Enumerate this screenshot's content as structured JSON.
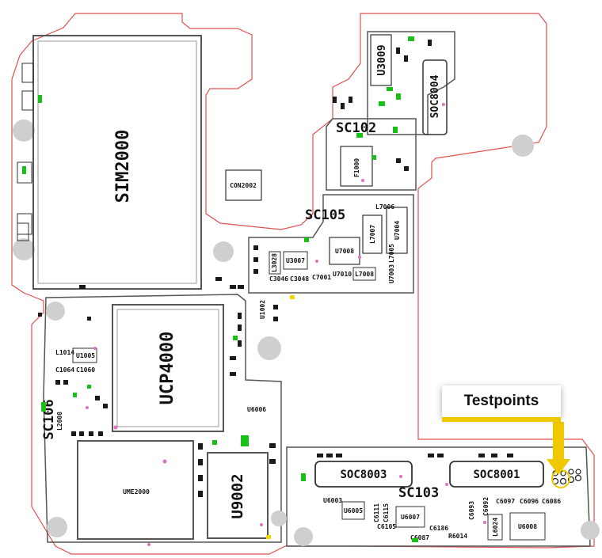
{
  "callout": {
    "label": "Testpoints",
    "accent": "#f0c800"
  },
  "colors": {
    "outline": "#e05050",
    "pad": "#1a1a1a",
    "green": "#18c018",
    "yellow": "#f0d800",
    "hole": "#cfcfcf",
    "text": "#111111"
  },
  "labels": {
    "sim2000": "SIM2000",
    "con2002": "CON2002",
    "ucp4000": "UCP4000",
    "ume2000": "UME2000",
    "u9002": "U9002",
    "sc102": "SC102",
    "sc105": "SC105",
    "sc103": "SC103",
    "sc106": "SC106",
    "soc8003": "SOC8003",
    "soc8001": "SOC8001",
    "soc8004": "SOC8004",
    "u3009": "U3009",
    "f1000": "F1000",
    "u7008": "U7008",
    "l7007": "L7007",
    "u7004": "U7004",
    "u3007": "U3007",
    "l3028": "L3028",
    "u7010": "U7010",
    "l7008": "L7008",
    "c3046": "C3046",
    "c3048": "C3048",
    "c7001": "C7001",
    "l7005": "L7005",
    "u7003": "U7003",
    "l7006": "L7006",
    "u1002": "U1002",
    "l1014": "L1014",
    "u1005": "U1005",
    "c1064": "C1064",
    "c1060": "C1060",
    "l2008": "L2008",
    "u6006": "U6006",
    "u6005": "U6005",
    "u6007": "U6007",
    "c6111": "C6111",
    "c6115": "C6115",
    "c6105": "C6105",
    "c6186": "C6186",
    "r6014": "R6014",
    "c6093": "C6093",
    "c6092": "C6092",
    "c6097": "C6097",
    "c6096": "C6096",
    "c6086": "C6086",
    "l6024": "L6024",
    "u6008": "U6008",
    "u6003": "U6003",
    "c6087": "C6087"
  }
}
